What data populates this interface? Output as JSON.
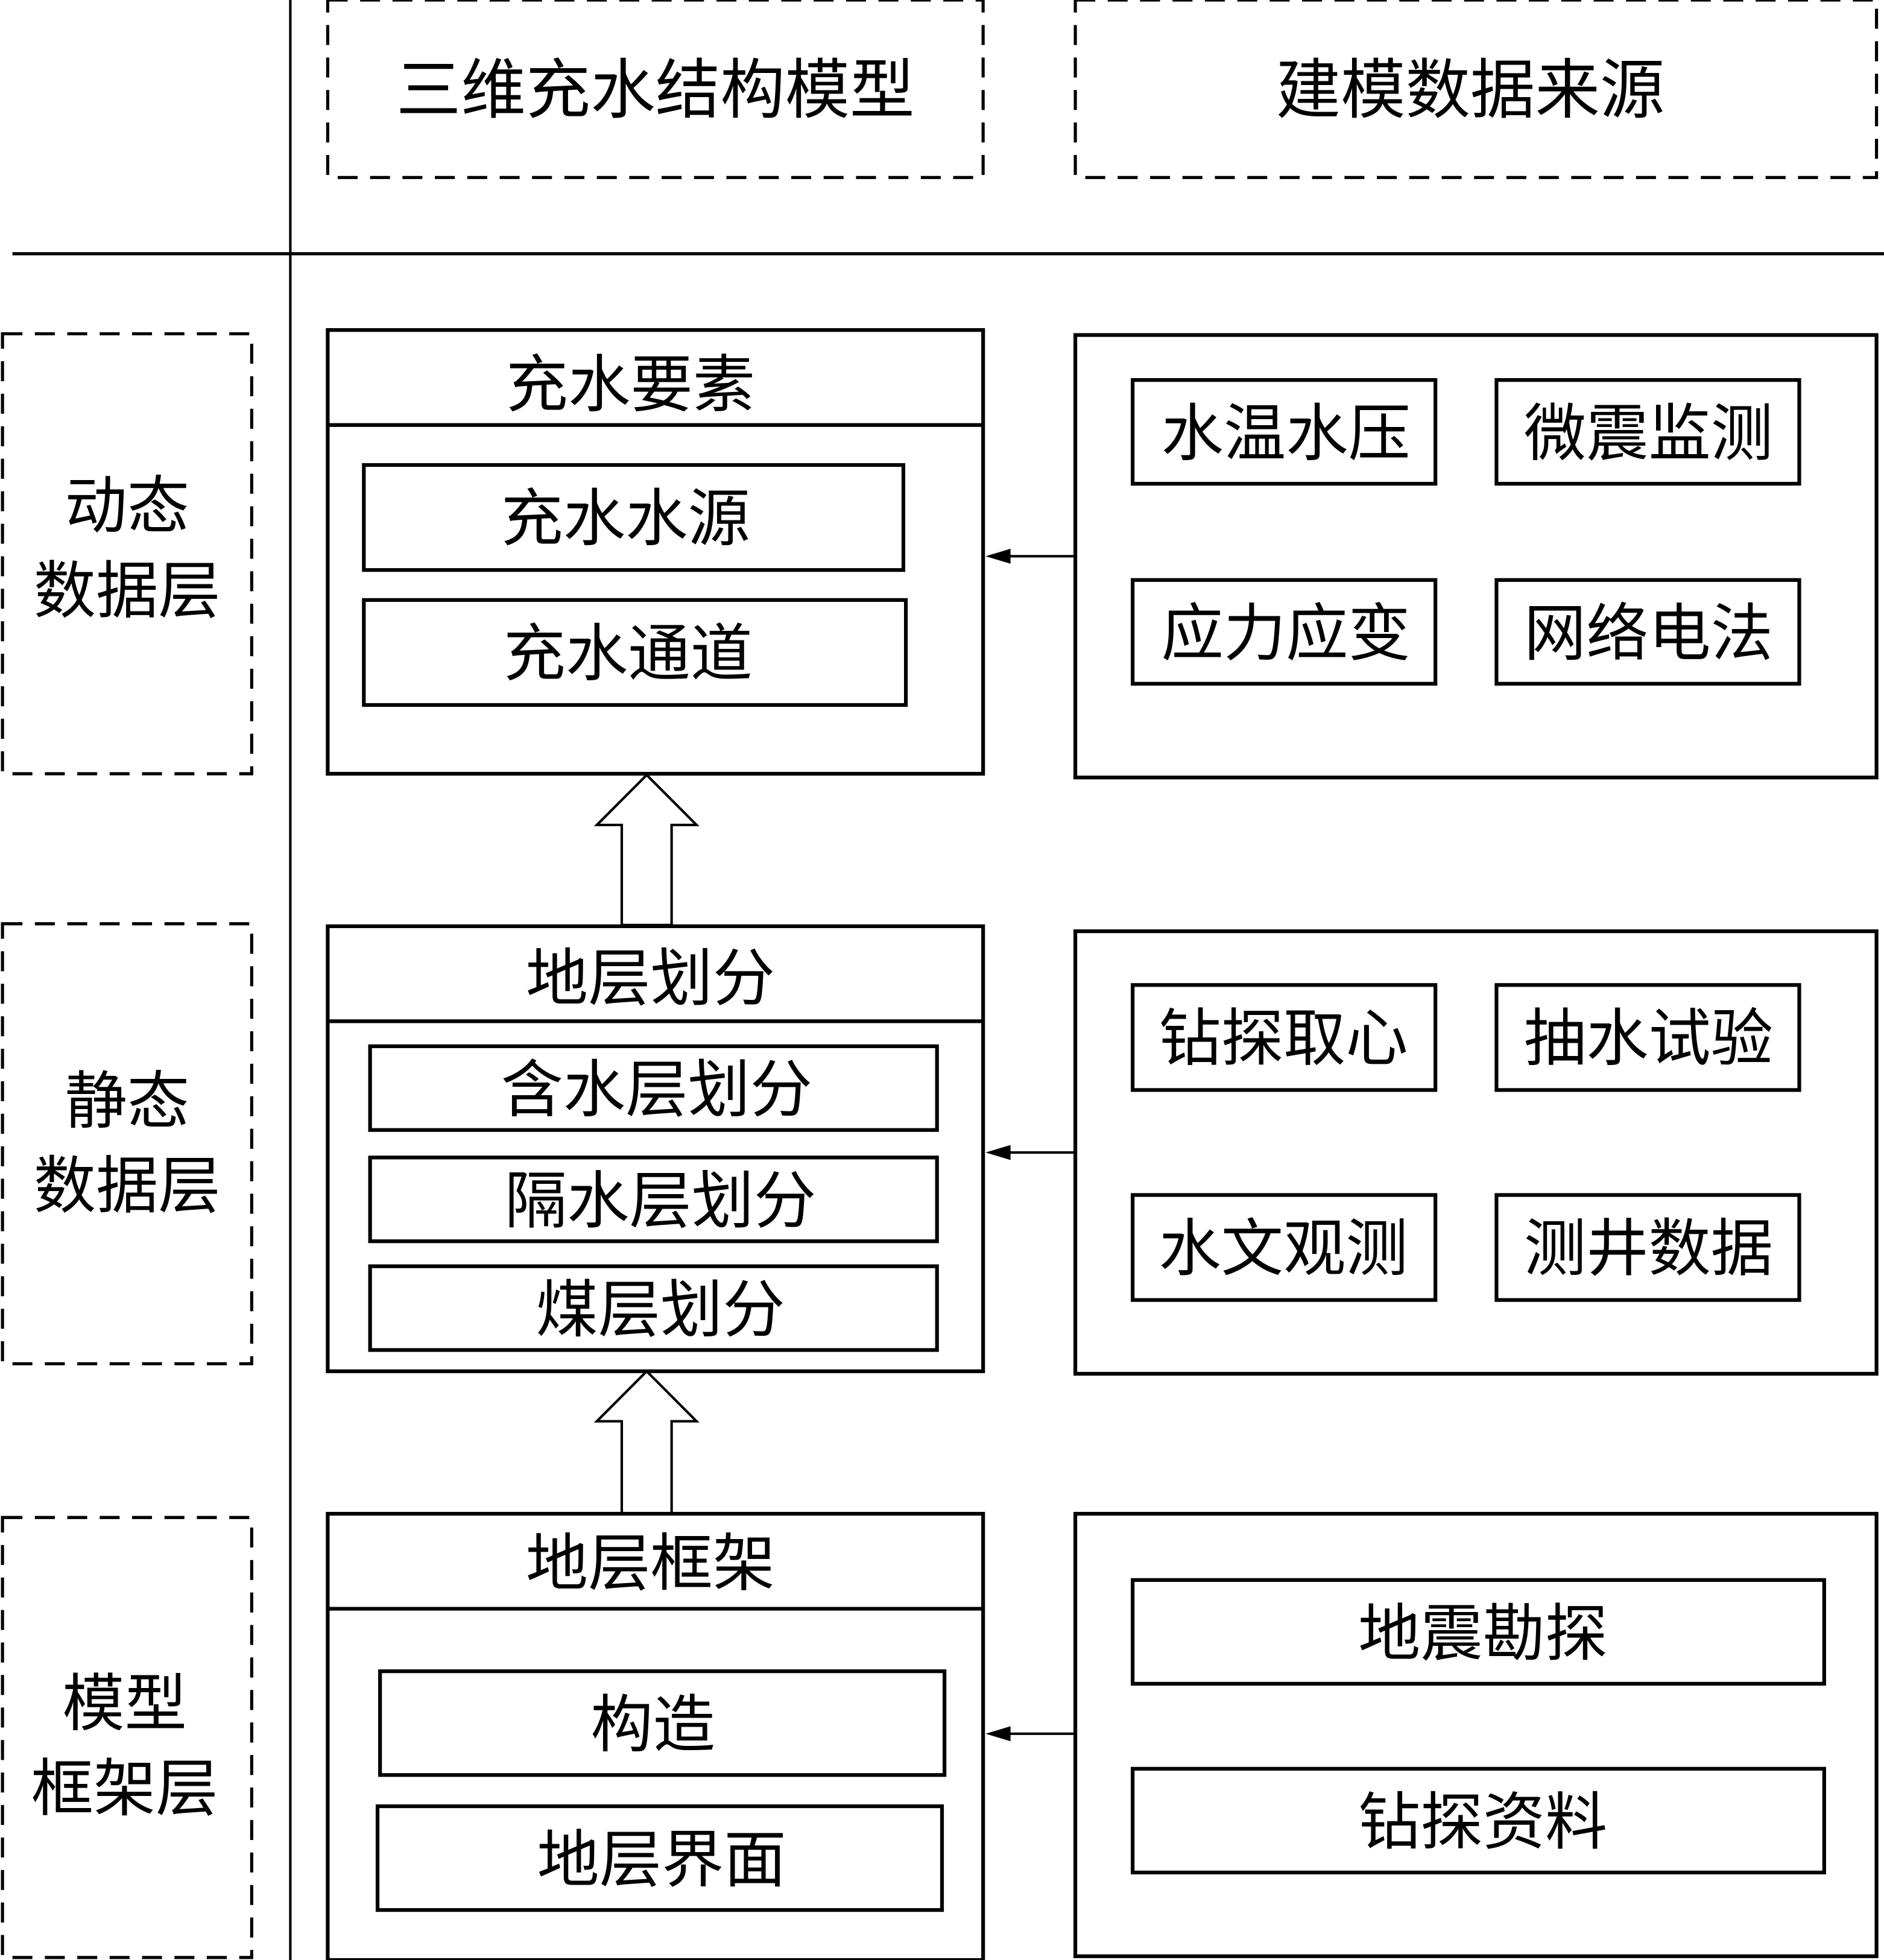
{
  "columns": {
    "model_header": "三维充水结构模型",
    "source_header": "建模数据来源"
  },
  "layers": [
    {
      "label_line1": "动态",
      "label_line2": "数据层",
      "model_title": "充水要素",
      "model_items": [
        "充水水源",
        "充水通道"
      ],
      "sources": [
        "水温水压",
        "微震监测",
        "应力应变",
        "网络电法"
      ]
    },
    {
      "label_line1": "静态",
      "label_line2": "数据层",
      "model_title": "地层划分",
      "model_items": [
        "含水层划分",
        "隔水层划分",
        "煤层划分"
      ],
      "sources": [
        "钻探取心",
        "抽水试验",
        "水文观测",
        "测井数据"
      ]
    },
    {
      "label_line1": "模型",
      "label_line2": "框架层",
      "model_title": "地层框架",
      "model_items": [
        "构造",
        "地层界面"
      ],
      "sources": [
        "地震勘探",
        "钻探资料"
      ]
    }
  ],
  "icons": {
    "source_arrow": "arrow-left",
    "layer_arrow": "hollow-arrow-up"
  }
}
